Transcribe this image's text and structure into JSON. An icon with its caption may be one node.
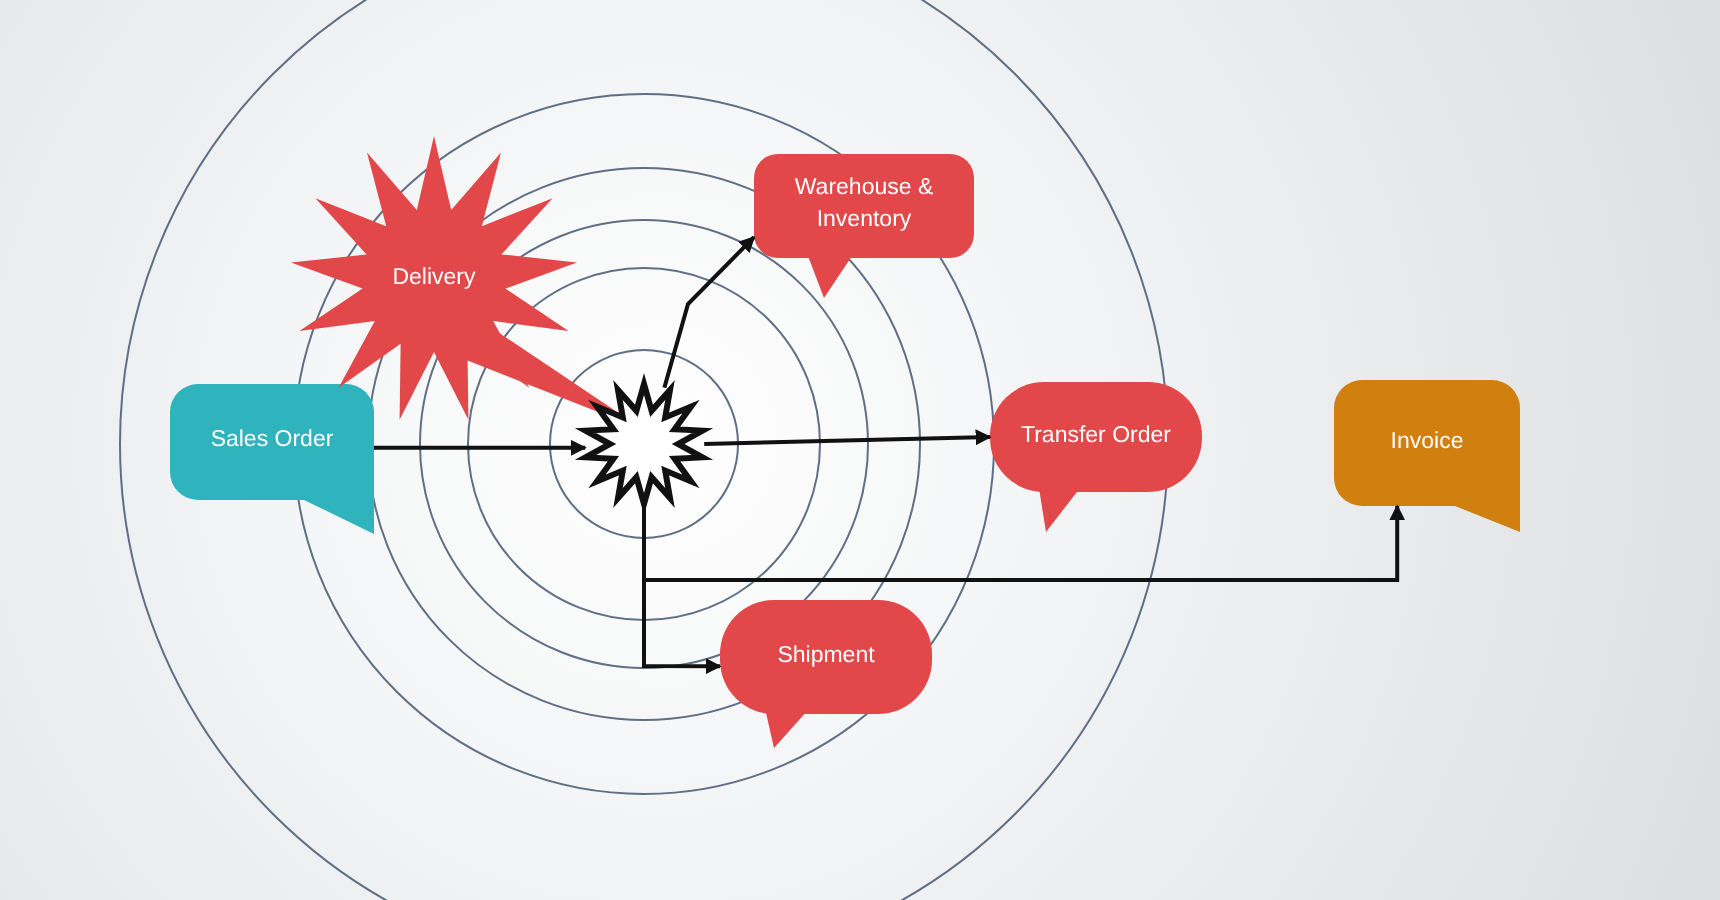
{
  "diagram": {
    "nodes": [
      {
        "text": [
          "Sales Order"
        ]
      },
      {
        "text": [
          "Delivery"
        ]
      },
      {
        "text": [
          "Warehouse & Inventory"
        ]
      },
      {
        "text": [],
        "shape": "star"
      },
      {
        "text": [
          "Transfer Order"
        ]
      },
      {
        "text": [
          "Invoice"
        ]
      },
      {
        "text": [
          "Shipment"
        ]
      }
    ],
    "edges": [
      {
        "from": 0,
        "to": 3,
        "arrow": "to"
      },
      {
        "from": 3,
        "to": 2,
        "arrow": "to"
      },
      {
        "from": 3,
        "to": 4,
        "arrow": "to"
      },
      {
        "from": 3,
        "to": 5,
        "arrow": "to"
      },
      {
        "from": 3,
        "to": 6,
        "arrow": "to"
      }
    ]
  }
}
